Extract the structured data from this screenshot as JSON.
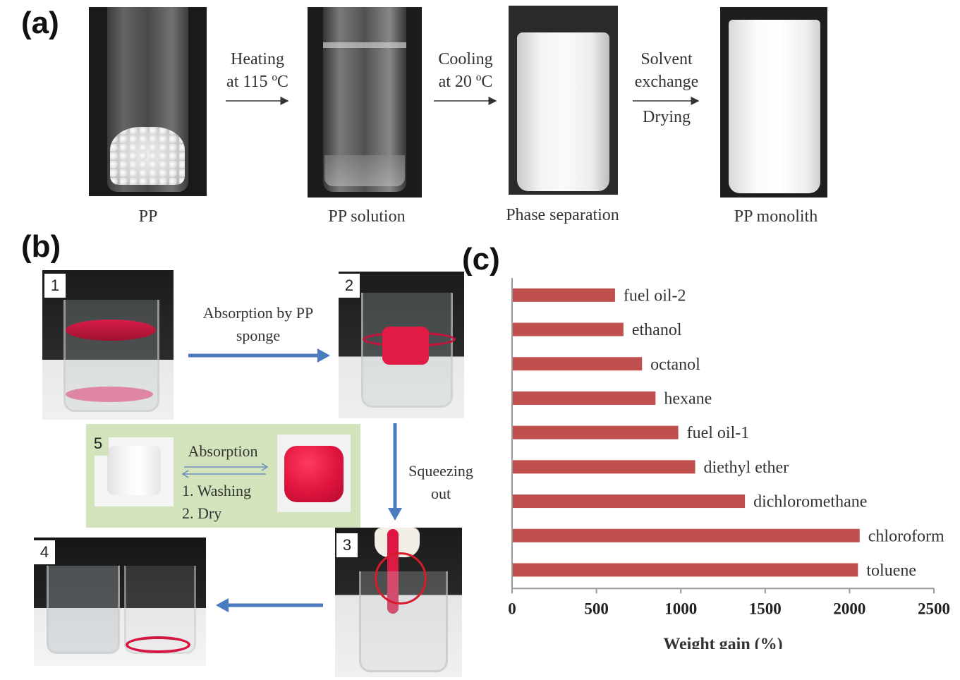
{
  "panel_a": {
    "label": "(a)",
    "stages": [
      "PP",
      "PP solution",
      "Phase separation",
      "PP monolith"
    ],
    "steps": [
      {
        "line1": "Heating",
        "line2": "at 115 ºC"
      },
      {
        "line1": "Cooling",
        "line2": "at 20 ºC"
      },
      {
        "line1": "Solvent",
        "line2": "exchange",
        "line3": "Drying"
      }
    ]
  },
  "panel_b": {
    "label": "(b)",
    "numbers": [
      "1",
      "2",
      "3",
      "4",
      "5"
    ],
    "absorption_by": {
      "line1": "Absorption by PP",
      "line2": "sponge"
    },
    "squeezing": {
      "line1": "Squeezing",
      "line2": "out"
    },
    "cycle": {
      "absorption": "Absorption",
      "washing": "1. Washing",
      "dry": "2. Dry"
    }
  },
  "panel_c": {
    "label": "(c)"
  },
  "chart_data": {
    "type": "bar",
    "orientation": "horizontal",
    "categories": [
      "fuel oil-2",
      "ethanol",
      "octanol",
      "hexane",
      "fuel oil-1",
      "diethyl ether",
      "dichloromethane",
      "chloroform",
      "toluene"
    ],
    "values": [
      610,
      660,
      770,
      850,
      985,
      1085,
      1380,
      2060,
      2050
    ],
    "xlabel": "Weight gain (%)",
    "xlim": [
      0,
      2500
    ],
    "xticks": [
      "0",
      "500",
      "1000",
      "1500",
      "2000",
      "2500"
    ],
    "bar_color": "#c0504d",
    "grid": false,
    "legend": "none"
  }
}
